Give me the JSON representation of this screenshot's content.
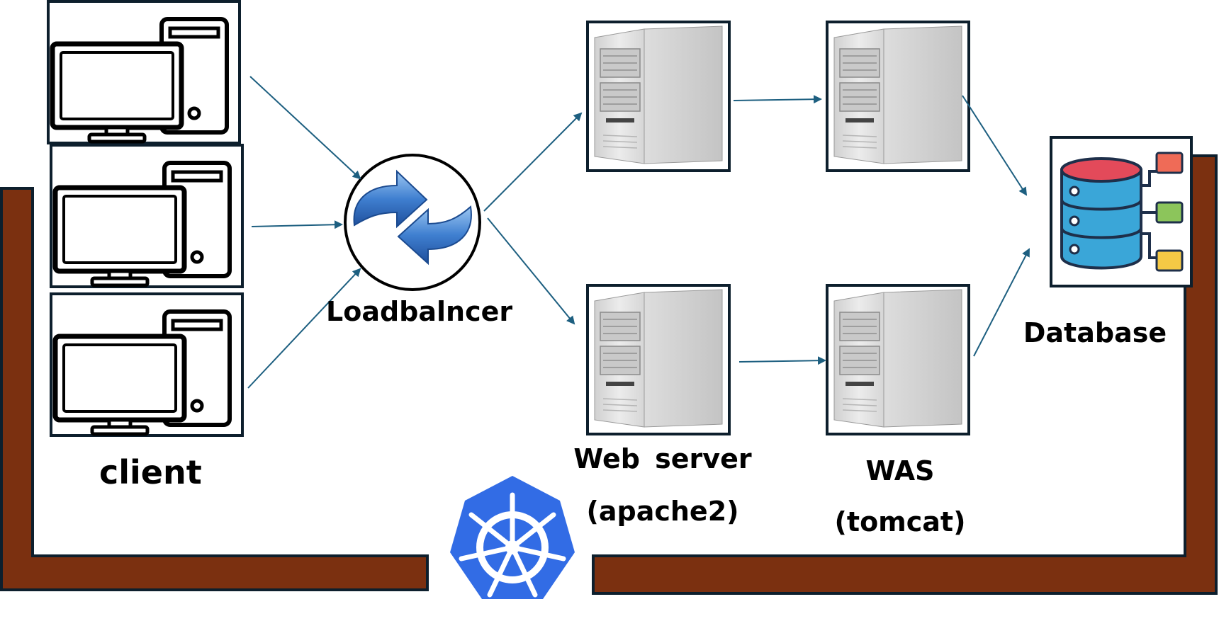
{
  "labels": {
    "client": "client",
    "loadbalancer": "Loadbalncer",
    "web_server_line1": "Web  server",
    "web_server_line2": "(apache2)",
    "was_line1": "WAS",
    "was_line2": "(tomcat)",
    "database": "Database"
  },
  "nodes": {
    "clients": [
      {
        "icon": "desktop-computer-icon"
      },
      {
        "icon": "desktop-computer-icon"
      },
      {
        "icon": "desktop-computer-icon"
      }
    ],
    "loadbalancer": {
      "icon": "refresh-arrows-icon"
    },
    "web_servers": [
      {
        "icon": "server-tower-icon"
      },
      {
        "icon": "server-tower-icon"
      }
    ],
    "was_servers": [
      {
        "icon": "server-tower-icon"
      },
      {
        "icon": "server-tower-icon"
      }
    ],
    "database": {
      "icon": "database-icon"
    },
    "cluster": {
      "icon": "kubernetes-helm-icon"
    }
  },
  "colors": {
    "arrow": "#1d5f80",
    "frame": "#7b3010",
    "frame_outline": "#0d1f2d",
    "box_border": "#0d1f2d",
    "kubernetes": "#326ce5",
    "db_body": "#3aa6d8",
    "db_top": "#e34a5a",
    "db_node_1": "#ef6b57",
    "db_node_2": "#8cc55b",
    "db_node_3": "#f5c945"
  }
}
